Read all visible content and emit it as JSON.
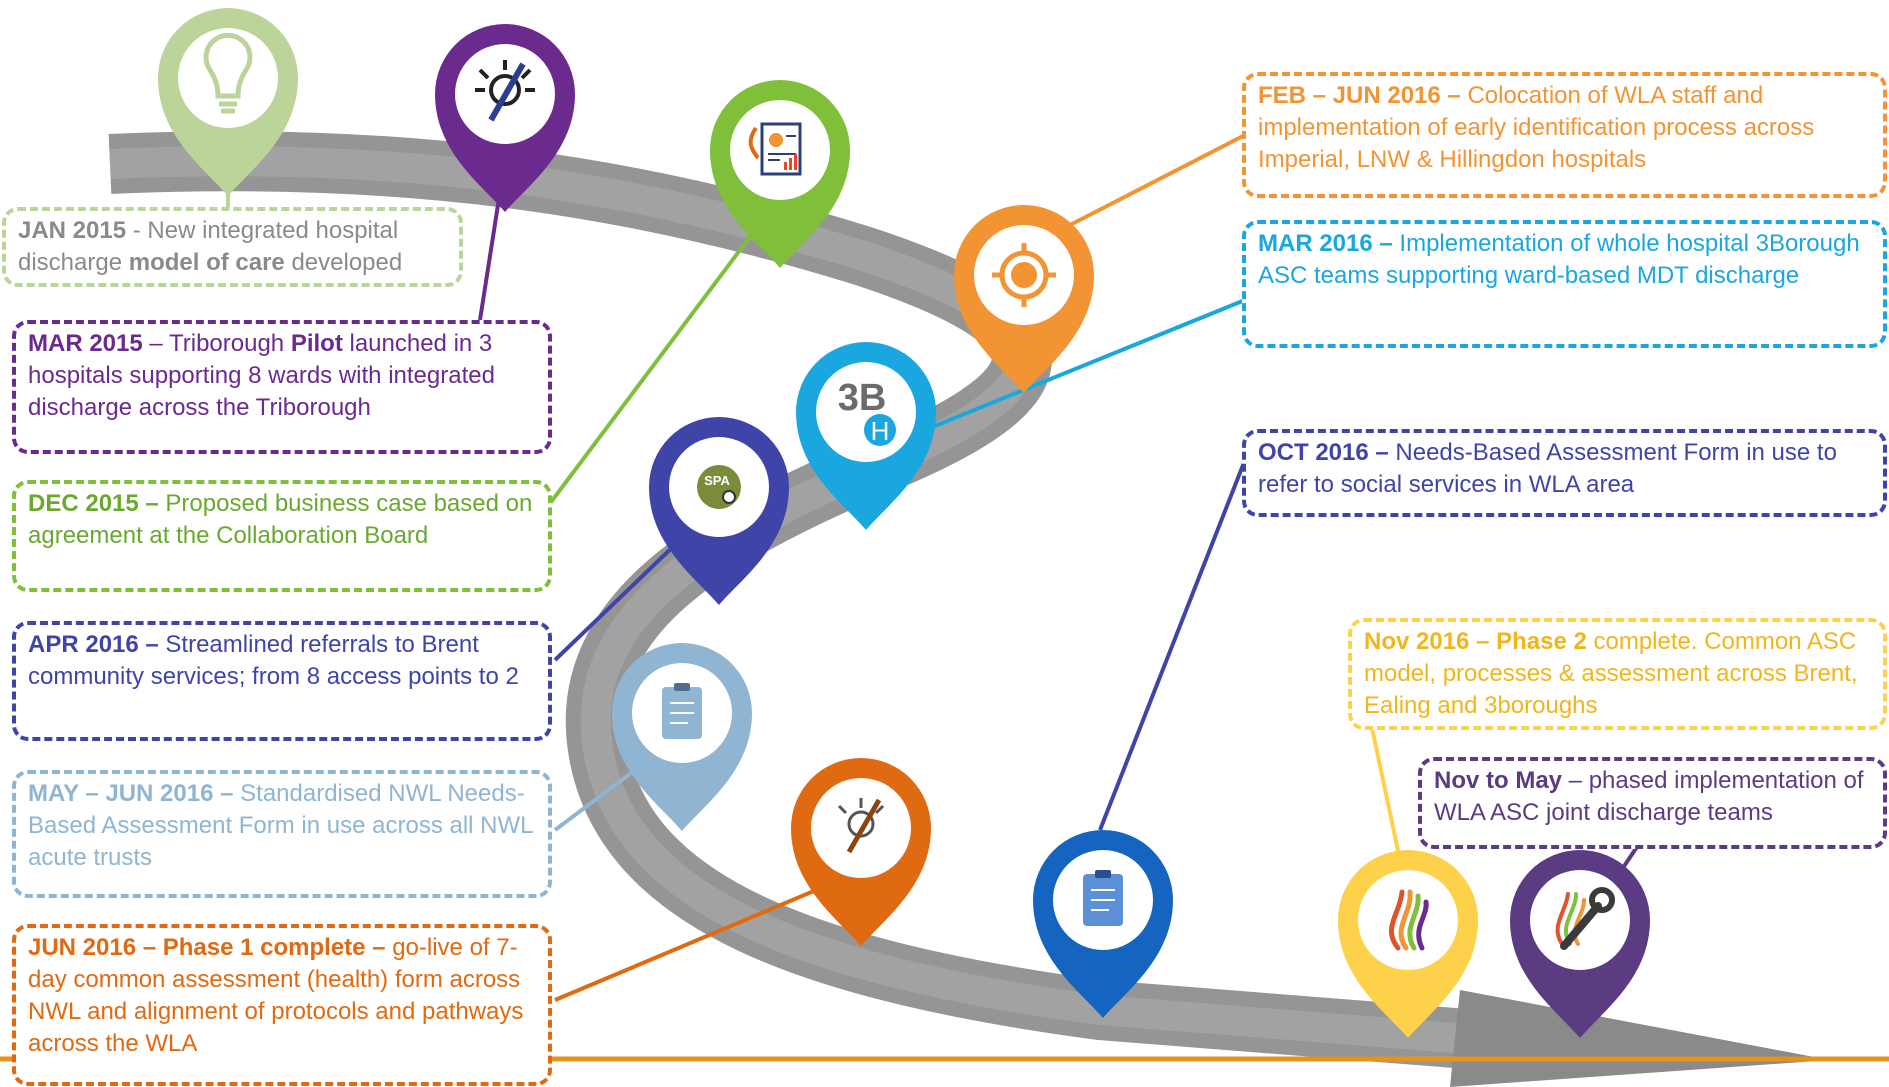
{
  "colors": {
    "jan2015": "#bcd39a",
    "mar2015": "#6a2a8e",
    "dec2015": "#7fbf3a",
    "apr2016": "#3f45a8",
    "may2016": "#8fb5d2",
    "jun2016": "#e06a12",
    "feb2016": "#f29433",
    "mar2016": "#1aa7e0",
    "oct2016": "#3f45a8",
    "nov2016": "#fed14a",
    "novmay": "#5b3b82",
    "timeline": "#e8921c",
    "road": "#8a8a8a"
  },
  "events": {
    "jan2015": {
      "date": "JAN 2015",
      "sep": " - ",
      "text1": "New integrated hospital discharge ",
      "bold": "model of care",
      "text2": " developed"
    },
    "mar2015": {
      "date": "MAR 2015",
      "sep": " – ",
      "text1": "Triborough ",
      "bold": "Pilot",
      "text2": " launched in 3 hospitals supporting 8 wards with integrated discharge across the Triborough"
    },
    "dec2015": {
      "date": "DEC 2015 –",
      "text": " Proposed business case based on agreement at the Collaboration Board"
    },
    "apr2016": {
      "date": "APR 2016 –",
      "text": " Streamlined referrals to Brent community services; from 8 access points to 2"
    },
    "may2016": {
      "date": "MAY – JUN 2016 –",
      "text": " Standardised NWL Needs-Based Assessment Form in use across all NWL acute trusts"
    },
    "jun2016": {
      "date": "JUN 2016 – Phase 1 complete –",
      "text": " go-live of 7-day common assessment (health) form across NWL and  alignment of protocols and pathways across the WLA"
    },
    "feb2016": {
      "date": "FEB – JUN 2016 –",
      "text": " Colocation of WLA staff and implementation of early identification process across Imperial, LNW & Hillingdon hospitals"
    },
    "mar2016": {
      "date": "MAR 2016 –",
      "text": " Implementation of whole hospital 3Borough ASC teams supporting ward-based MDT discharge"
    },
    "oct2016": {
      "date": "OCT 2016 –",
      "text": " Needs-Based Assessment Form in use to refer to social services in WLA area"
    },
    "nov2016": {
      "date": "Nov 2016 – Phase 2",
      "text": " complete. Common ASC model, processes & assessment across Brent, Ealing and 3boroughs"
    },
    "novmay": {
      "date": "Nov to May",
      "text": " – phased implementation of WLA ASC joint discharge teams"
    }
  },
  "pins": {
    "three_b": {
      "main": "3B",
      "sub": "H"
    },
    "spa": {
      "label": "SPA"
    }
  },
  "icons": [
    "lightbulb-icon",
    "pen-lightbulb-icon",
    "report-icon",
    "target-icon",
    "3b-h-icon",
    "spa-icon",
    "clipboard-icon",
    "pen-lightbulb-icon",
    "clipboard-icon",
    "flame-icon",
    "wrench-flame-icon"
  ]
}
